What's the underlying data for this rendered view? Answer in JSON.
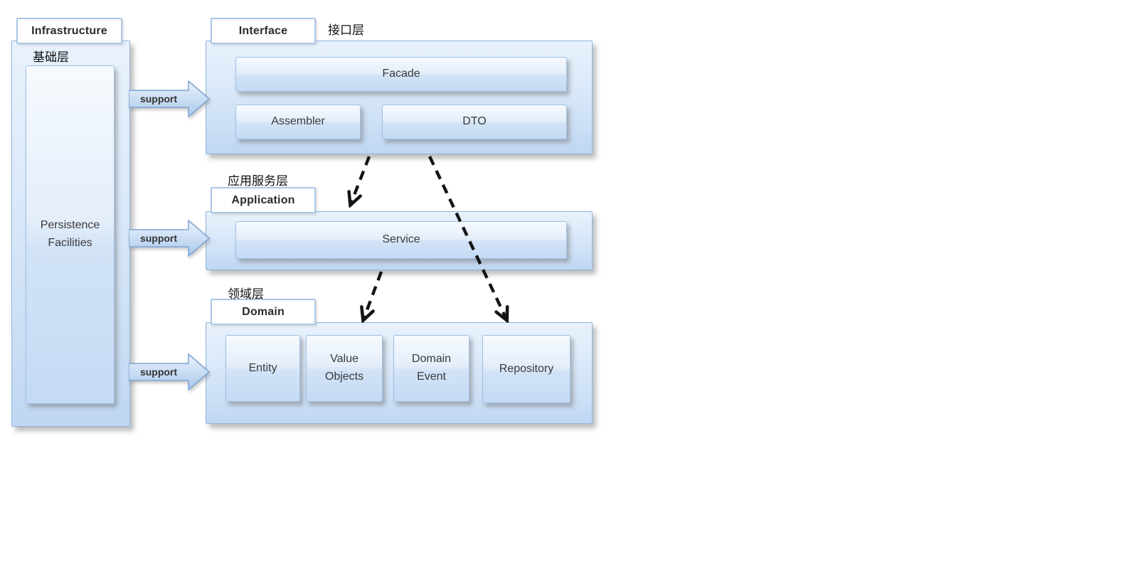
{
  "layers": {
    "infrastructure": {
      "tab_label": "Infrastructure",
      "cn_label": "基础层",
      "nodes": [
        {
          "label": "Persistence Facilities"
        }
      ]
    },
    "interface": {
      "tab_label": "Interface",
      "cn_label": "接口层",
      "nodes": [
        {
          "label": "Facade"
        },
        {
          "label": "Assembler"
        },
        {
          "label": "DTO"
        }
      ]
    },
    "application": {
      "tab_label": "Application",
      "cn_label": "应用服务层",
      "nodes": [
        {
          "label": "Service"
        }
      ]
    },
    "domain": {
      "tab_label": "Domain",
      "cn_label": "领域层",
      "nodes": [
        {
          "label": "Entity"
        },
        {
          "label": "Value Objects"
        },
        {
          "label": "Domain Event"
        },
        {
          "label": "Repository"
        }
      ]
    }
  },
  "support_arrows": [
    {
      "label": "support",
      "from": "Infrastructure",
      "to": "Interface"
    },
    {
      "label": "support",
      "from": "Infrastructure",
      "to": "Application"
    },
    {
      "label": "support",
      "from": "Infrastructure",
      "to": "Domain"
    }
  ],
  "dashed_arrows": [
    {
      "from": "Interface",
      "to": "Application"
    },
    {
      "from": "Interface",
      "to": "Domain"
    },
    {
      "from": "Application",
      "to": "Domain"
    }
  ],
  "colors": {
    "layer_fill_top": "#e9f2fc",
    "layer_fill_bottom": "#c0d7f2",
    "node_fill_top": "#f6fafe",
    "node_fill_bottom": "#c4daf4",
    "layer_border": "#8fb3da",
    "node_border": "#9fbfe3",
    "tab_border": "#aac7e6",
    "tab_fill": "#ffffff",
    "dashed_arrow": "#141414",
    "label_text": "#3a3a3a"
  }
}
